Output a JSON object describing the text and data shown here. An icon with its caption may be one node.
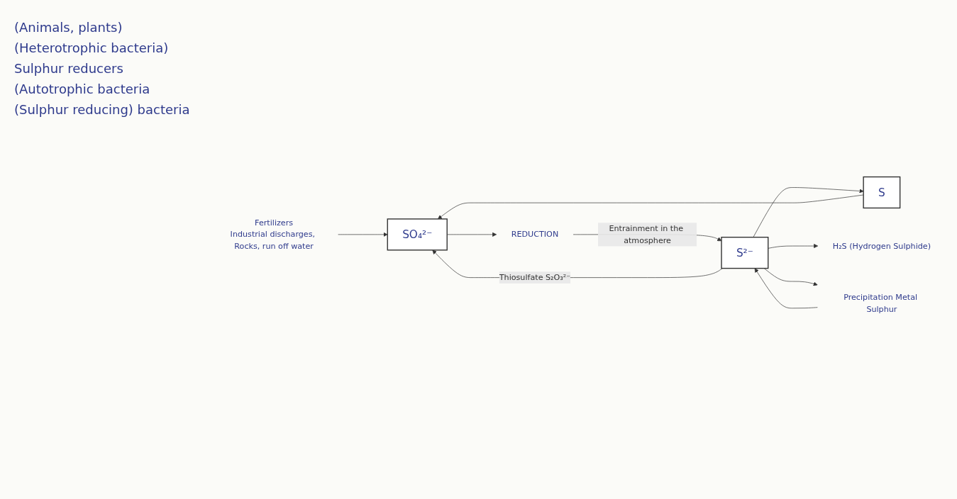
{
  "diagram": {
    "nodes": [
      {
        "text": [
          "SO₄²⁻"
        ]
      },
      {
        "text": [
          "REDUCTION"
        ]
      },
      {
        "text": [
          "S²⁻"
        ]
      },
      {
        "text": [
          "S"
        ]
      },
      {
        "text": [
          "Fertilizers",
          "Industrial discharges, Rocks, run off water"
        ]
      },
      {
        "text": [
          "H₂S (Hydrogen Sulphide)"
        ]
      },
      {
        "text": [
          "Precipitation Metal Sulphur"
        ]
      }
    ],
    "edges": [
      {
        "from": 0,
        "to": 1,
        "arrow": "to"
      },
      {
        "from": 1,
        "to": 2,
        "arrow": "to",
        "label": "Entrainment in the atmosphere"
      },
      {
        "from": 2,
        "to": 0,
        "arrow": "to",
        "label": "Thiosulfate S₂O₃²⁻"
      },
      {
        "from": 2,
        "to": 3,
        "arrow": "to"
      },
      {
        "from": 3,
        "to": 0,
        "arrow": "to"
      },
      {
        "from": 4,
        "to": 0,
        "arrow": "to"
      },
      {
        "from": 2,
        "to": 5,
        "arrow": "to"
      },
      {
        "from": 6,
        "to": 2,
        "arrow": "to"
      },
      {
        "from": 2,
        "to": 6,
        "arrow": "to"
      }
    ],
    "labels": [
      "(Animals, plants)",
      "(Heterotrophic bacteria)",
      "Sulphur reducers",
      "(Autotrophic bacteria",
      "(Sulphur reducing) bacteria"
    ]
  }
}
